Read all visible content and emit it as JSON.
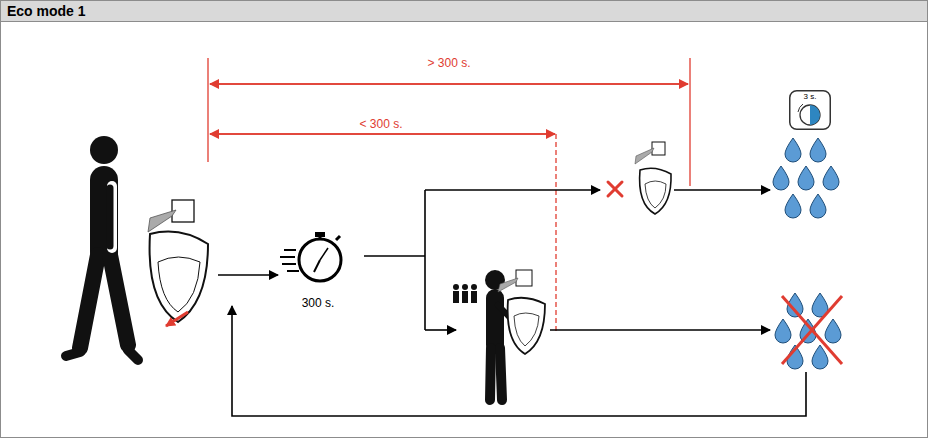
{
  "diagram": {
    "title": "Eco mode 1",
    "nodes": [
      {
        "text": [
          "300 s."
        ]
      },
      {
        "text": [
          "3 s."
        ]
      }
    ],
    "labels": [
      "> 300 s.",
      "< 300 s."
    ]
  }
}
